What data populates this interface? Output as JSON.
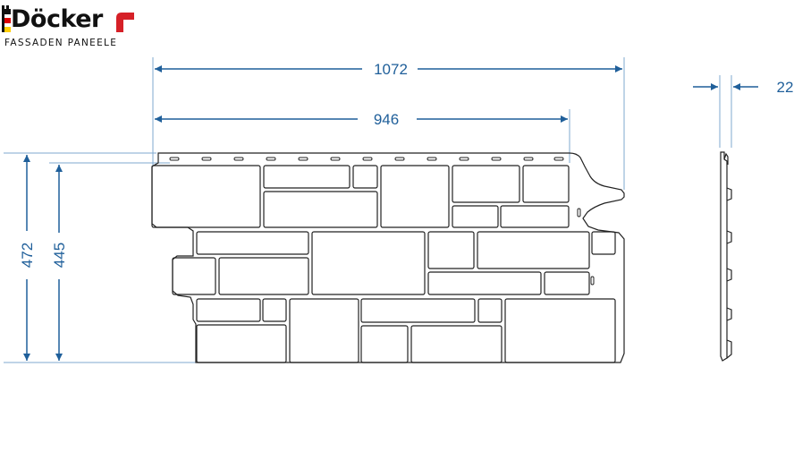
{
  "brand": {
    "name": "Döcker",
    "tagline": "FASSADEN PANEELE",
    "accent_color": "#d62027",
    "flag_colors": [
      "#000000",
      "#dd0000",
      "#ffce00"
    ]
  },
  "dimensions": {
    "total_width": "1072",
    "visible_width": "946",
    "total_height": "472",
    "visible_height": "445",
    "thickness": "22"
  },
  "colors": {
    "dimension_line": "#1f5f9a",
    "outline": "#222222",
    "extension_line": "#7fa8cf"
  }
}
